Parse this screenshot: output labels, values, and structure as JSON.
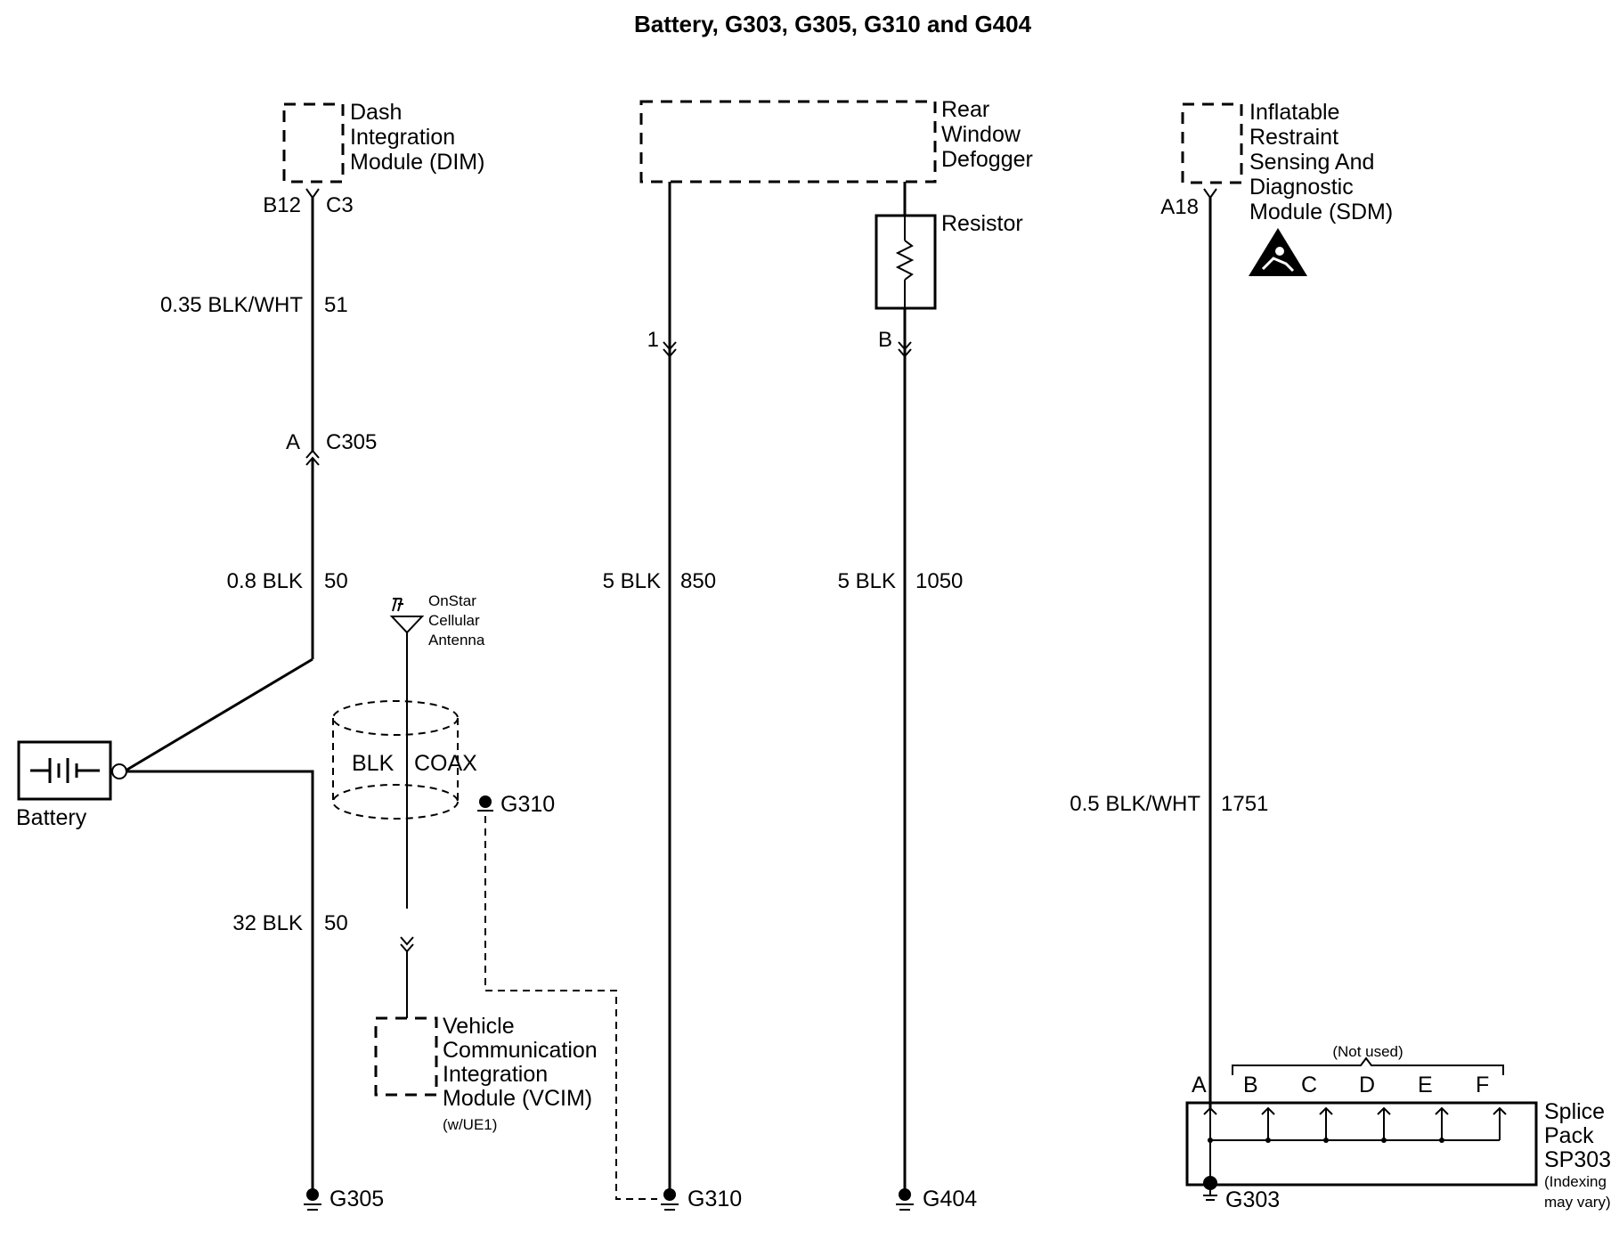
{
  "title": "Battery, G303, G305, G310 and G404",
  "components": {
    "dim": {
      "lines": [
        "Dash",
        "Integration",
        "Module (DIM)"
      ],
      "pin": "B12",
      "connector": "C3"
    },
    "defogger": {
      "lines": [
        "Rear",
        "Window",
        "Defogger"
      ]
    },
    "resistor": {
      "label": "Resistor"
    },
    "sdm": {
      "lines": [
        "Inflatable",
        "Restraint",
        "Sensing And",
        "Diagnostic",
        "Module (SDM)"
      ],
      "pin": "A18"
    },
    "antenna": {
      "lines": [
        "OnStar",
        "Cellular",
        "Antenna"
      ]
    },
    "coax": {
      "left": "BLK",
      "right": "COAX"
    },
    "vcim": {
      "lines": [
        "Vehicle",
        "Communication",
        "Integration",
        "Module (VCIM)"
      ],
      "option": "(w/UE1)"
    },
    "battery": {
      "label": "Battery"
    },
    "splice": {
      "lines": [
        "Splice",
        "Pack",
        "SP303"
      ],
      "note_lines": [
        "(Indexing",
        "may vary)"
      ],
      "not_used": "(Not used)",
      "pins": [
        "A",
        "B",
        "C",
        "D",
        "E",
        "F"
      ]
    }
  },
  "connectors": {
    "c305": {
      "pin": "A",
      "name": "C305"
    },
    "defog_pin1": "1",
    "defog_pinB": "B"
  },
  "wires": [
    {
      "label": "0.35 BLK/WHT",
      "circuit": "51"
    },
    {
      "label": "0.8 BLK",
      "circuit": "50"
    },
    {
      "label": "32 BLK",
      "circuit": "50"
    },
    {
      "label": "5 BLK",
      "circuit": "850"
    },
    {
      "label": "5 BLK",
      "circuit": "1050"
    },
    {
      "label": "0.5 BLK/WHT",
      "circuit": "1751"
    }
  ],
  "grounds": {
    "g305": "G305",
    "g310": "G310",
    "g310_shield": "G310",
    "g404": "G404",
    "g303": "G303"
  },
  "colors": {
    "line": "#000000",
    "background": "#ffffff"
  }
}
